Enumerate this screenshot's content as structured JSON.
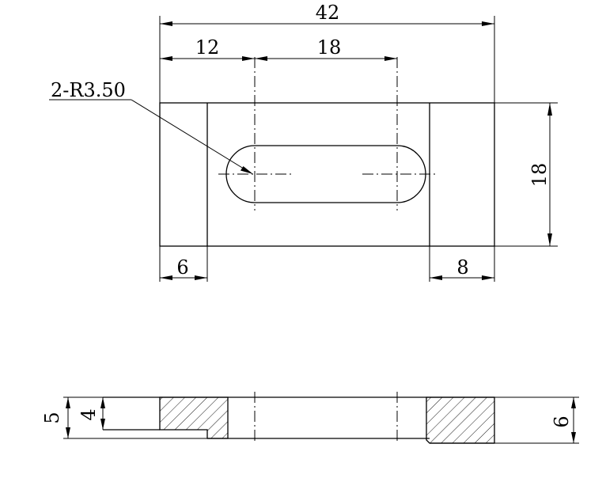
{
  "labels": {
    "overall_width": "42",
    "slot_offset": "12",
    "slot_spacing": "18",
    "slot_radius": "2-R3.50",
    "overall_height": "18",
    "left_step": "6",
    "right_step": "8",
    "section_total_height": "5",
    "section_step_height": "4",
    "section_right_height": "6"
  }
}
